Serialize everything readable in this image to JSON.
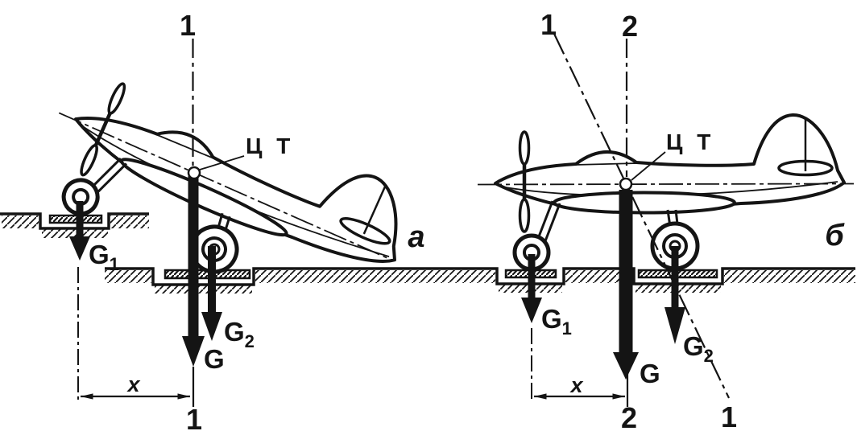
{
  "figure": {
    "ink_color": "#141414",
    "paper_color": "#ffffff",
    "panel_a": {
      "panel_label": "а",
      "axis1_top": "1",
      "axis1_bottom": "1",
      "cg_label": "Ц Т",
      "force_total": "G",
      "force_front": {
        "base": "G",
        "sub": "1"
      },
      "force_rear": {
        "base": "G",
        "sub": "2"
      },
      "distance_label": "x"
    },
    "panel_b": {
      "panel_label": "б",
      "axis1_top": "1",
      "axis1_bottom": "1",
      "axis2_top": "2",
      "axis2_bottom": "2",
      "cg_label": "Ц Т",
      "force_total": "G",
      "force_front": {
        "base": "G",
        "sub": "1"
      },
      "force_rear": {
        "base": "G",
        "sub": "2"
      },
      "distance_label": "x"
    }
  }
}
